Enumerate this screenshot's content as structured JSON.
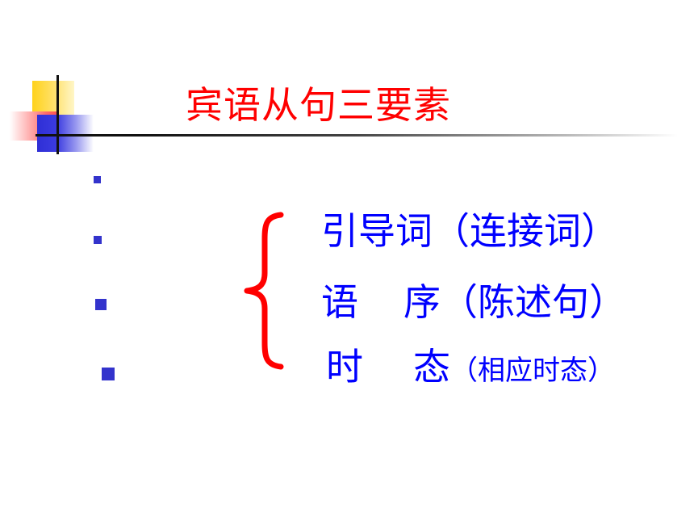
{
  "slide": {
    "title": "宾语从句三要素",
    "items": [
      {
        "text": "引导词（连接词）"
      },
      {
        "part1": "语",
        "part2": "序（陈述句）"
      },
      {
        "part1": "时",
        "part2": "态",
        "paren": "（相应时态）"
      }
    ]
  },
  "colors": {
    "title": "#ff0000",
    "items": "#0000ff",
    "bullets": "#3333cc",
    "brace": "#ff0000"
  }
}
